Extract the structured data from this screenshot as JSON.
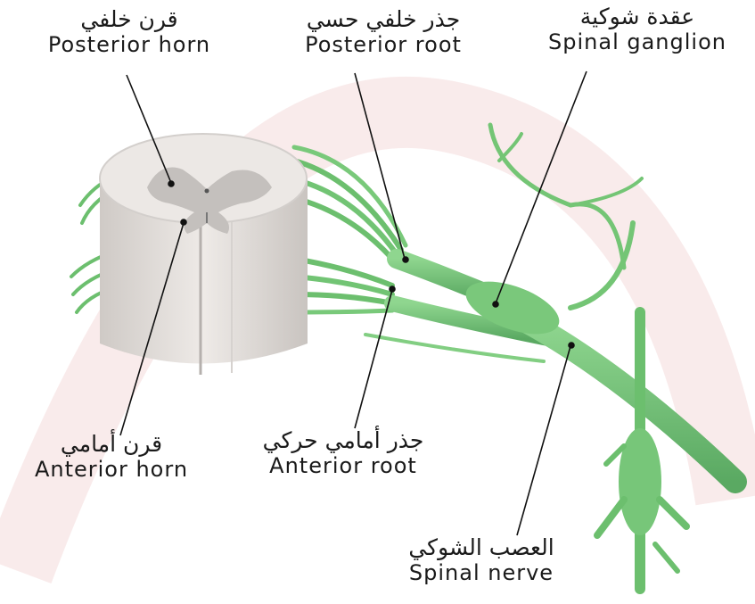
{
  "labels": {
    "posterior_horn": {
      "ar": "قرن خلفي",
      "en": "Posterior horn"
    },
    "posterior_root": {
      "ar": "جذر خلفي حسي",
      "en": "Posterior root"
    },
    "spinal_ganglion": {
      "ar": "عقدة شوكية",
      "en": "Spinal ganglion"
    },
    "anterior_horn": {
      "ar": "قرن أمامي",
      "en": "Anterior horn"
    },
    "anterior_root": {
      "ar": "جذر أمامي حركي",
      "en": "Anterior root"
    },
    "spinal_nerve": {
      "ar": "العصب الشوكي",
      "en": "Spinal nerve"
    }
  },
  "colors": {
    "nerve_green": "#7fc97f",
    "nerve_dark": "#4f9e55",
    "white_matter": "#e6e2df",
    "gray_matter": "#bdb9b6",
    "watermark": "#f8e5e5",
    "leader_line": "#111111"
  }
}
